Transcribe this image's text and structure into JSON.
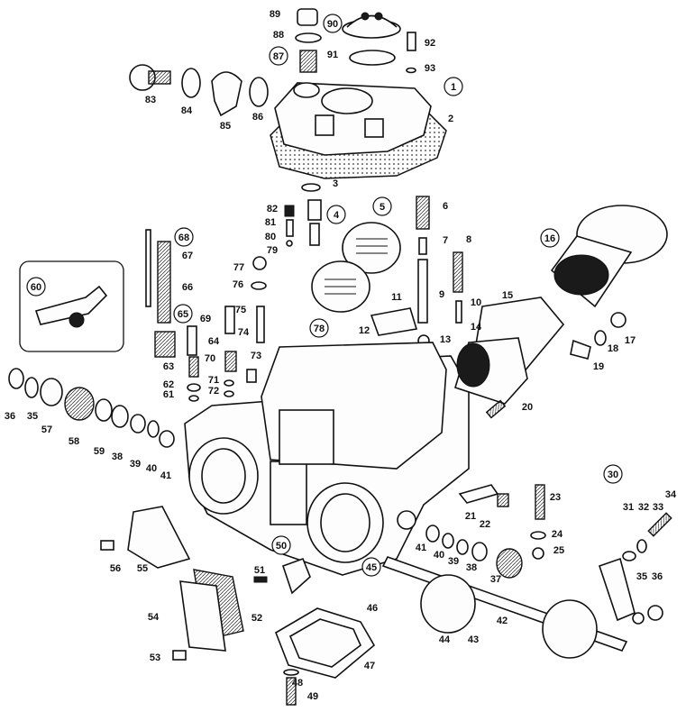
{
  "callouts": [
    {
      "n": "1",
      "circled": true
    },
    {
      "n": "2"
    },
    {
      "n": "3"
    },
    {
      "n": "4",
      "circled": true
    },
    {
      "n": "5",
      "circled": true
    },
    {
      "n": "6"
    },
    {
      "n": "7"
    },
    {
      "n": "8"
    },
    {
      "n": "9"
    },
    {
      "n": "10"
    },
    {
      "n": "11"
    },
    {
      "n": "12"
    },
    {
      "n": "13"
    },
    {
      "n": "14"
    },
    {
      "n": "15"
    },
    {
      "n": "16",
      "circled": true
    },
    {
      "n": "17"
    },
    {
      "n": "18"
    },
    {
      "n": "19"
    },
    {
      "n": "20"
    },
    {
      "n": "21"
    },
    {
      "n": "22"
    },
    {
      "n": "23"
    },
    {
      "n": "24"
    },
    {
      "n": "25"
    },
    {
      "n": "30",
      "circled": true
    },
    {
      "n": "31"
    },
    {
      "n": "32"
    },
    {
      "n": "33"
    },
    {
      "n": "34"
    },
    {
      "n": "35"
    },
    {
      "n": "36"
    },
    {
      "n": "35"
    },
    {
      "n": "36"
    },
    {
      "n": "37"
    },
    {
      "n": "38"
    },
    {
      "n": "39"
    },
    {
      "n": "40"
    },
    {
      "n": "41"
    },
    {
      "n": "42"
    },
    {
      "n": "43"
    },
    {
      "n": "44"
    },
    {
      "n": "45",
      "circled": true
    },
    {
      "n": "46"
    },
    {
      "n": "47"
    },
    {
      "n": "48"
    },
    {
      "n": "49"
    },
    {
      "n": "50",
      "circled": true
    },
    {
      "n": "51"
    },
    {
      "n": "52"
    },
    {
      "n": "53"
    },
    {
      "n": "54"
    },
    {
      "n": "55"
    },
    {
      "n": "56"
    },
    {
      "n": "57"
    },
    {
      "n": "58"
    },
    {
      "n": "59"
    },
    {
      "n": "38"
    },
    {
      "n": "39"
    },
    {
      "n": "40"
    },
    {
      "n": "41"
    },
    {
      "n": "60",
      "circled": true
    },
    {
      "n": "61"
    },
    {
      "n": "62"
    },
    {
      "n": "63"
    },
    {
      "n": "64"
    },
    {
      "n": "65",
      "circled": true
    },
    {
      "n": "66"
    },
    {
      "n": "67"
    },
    {
      "n": "68",
      "circled": true
    },
    {
      "n": "69"
    },
    {
      "n": "70"
    },
    {
      "n": "71"
    },
    {
      "n": "72"
    },
    {
      "n": "73"
    },
    {
      "n": "74"
    },
    {
      "n": "75"
    },
    {
      "n": "76"
    },
    {
      "n": "77"
    },
    {
      "n": "78",
      "circled": true
    },
    {
      "n": "79"
    },
    {
      "n": "80"
    },
    {
      "n": "81"
    },
    {
      "n": "82"
    },
    {
      "n": "83"
    },
    {
      "n": "84"
    },
    {
      "n": "85"
    },
    {
      "n": "86"
    },
    {
      "n": "87",
      "circled": true
    },
    {
      "n": "88"
    },
    {
      "n": "89"
    },
    {
      "n": "90",
      "circled": true
    },
    {
      "n": "91"
    },
    {
      "n": "92"
    },
    {
      "n": "93"
    }
  ],
  "colors": {
    "ink": "#111111",
    "paper": "#ffffff"
  }
}
